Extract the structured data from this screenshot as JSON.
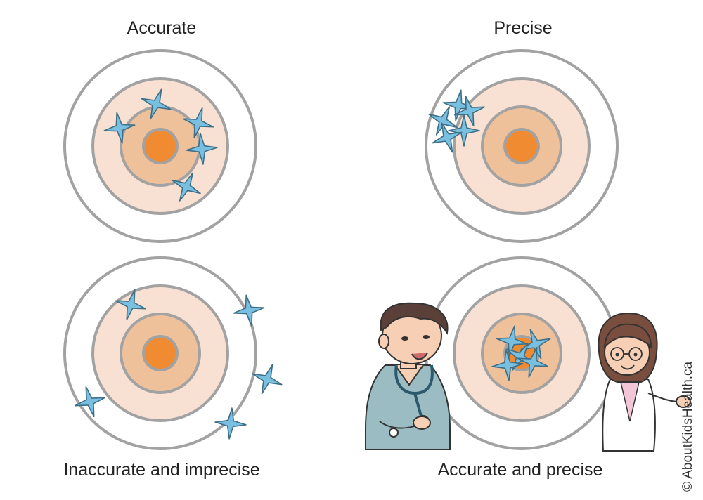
{
  "panels": [
    {
      "title": "Accurate",
      "pattern": "scattered around bullseye"
    },
    {
      "title": "Precise",
      "pattern": "tight cluster off-center"
    },
    {
      "title": "Inaccurate and imprecise",
      "pattern": "scattered on outer ring"
    },
    {
      "title": "Accurate and precise",
      "pattern": "tight cluster on bullseye"
    }
  ],
  "copyright": "© AboutKidsHealth.ca",
  "colors": {
    "ring_line": "#a2a2a2",
    "outer_fill": "#ffffff",
    "middle_fill": "#f8e1d2",
    "inner_fill": "#efc19b",
    "bullseye": "#f08b32",
    "dart_fill": "#79bfe0",
    "dart_stroke": "#3f6f87"
  },
  "illustrations": [
    "doctor-with-stethoscope",
    "doctor-in-lab-coat"
  ]
}
